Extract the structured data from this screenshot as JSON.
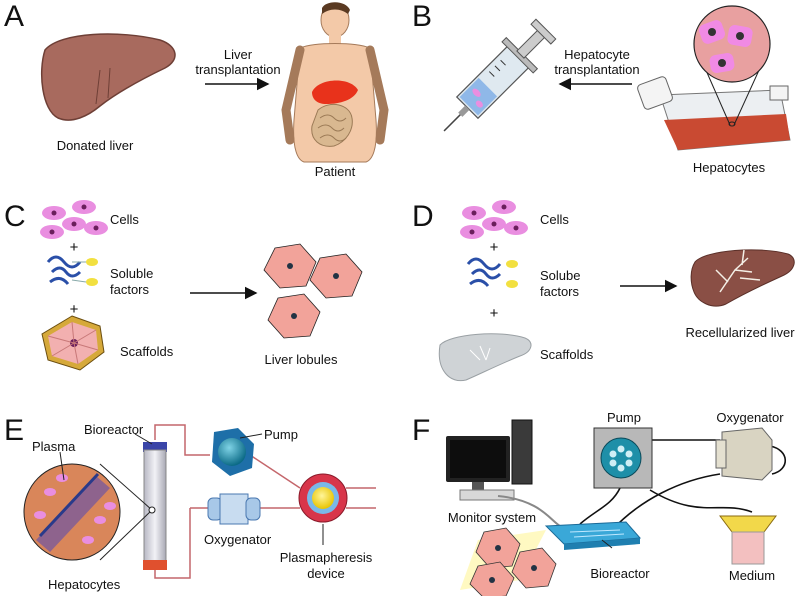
{
  "panels": {
    "a": {
      "letter": "A",
      "source": "Donated liver",
      "arrow_label_line1": "Liver",
      "arrow_label_line2": "transplantation",
      "target": "Patient"
    },
    "b": {
      "letter": "B",
      "arrow_label_line1": "Hepatocyte",
      "arrow_label_line2": "transplantation",
      "source": "Hepatocytes"
    },
    "c": {
      "letter": "C",
      "cells": "Cells",
      "plus": "+",
      "factors_line1": "Soluble",
      "factors_line2": "factors",
      "scaffolds": "Scaffolds",
      "result": "Liver lobules"
    },
    "d": {
      "letter": "D",
      "cells": "Cells",
      "plus": "+",
      "factors_line1": "Solube",
      "factors_line2": "factors",
      "scaffolds": "Scaffolds",
      "result": "Recellularized liver"
    },
    "e": {
      "letter": "E",
      "plasma": "Plasma",
      "bioreactor": "Bioreactor",
      "pump": "Pump",
      "oxygenator": "Oxygenator",
      "hepatocytes": "Hepatocytes",
      "plasmapheresis_line1": "Plasmapheresis",
      "plasmapheresis_line2": "device"
    },
    "f": {
      "letter": "F",
      "pump": "Pump",
      "oxygenator": "Oxygenator",
      "monitor": "Monitor system",
      "bioreactor": "Bioreactor",
      "medium": "Medium"
    }
  },
  "colors": {
    "liver": "#a86a5e",
    "cell": "#e98ee0",
    "lobule": "#f2a39a",
    "tube": "#c4666b",
    "pump": "#1e8fa8",
    "bioreactor": "#3aa8d8"
  }
}
